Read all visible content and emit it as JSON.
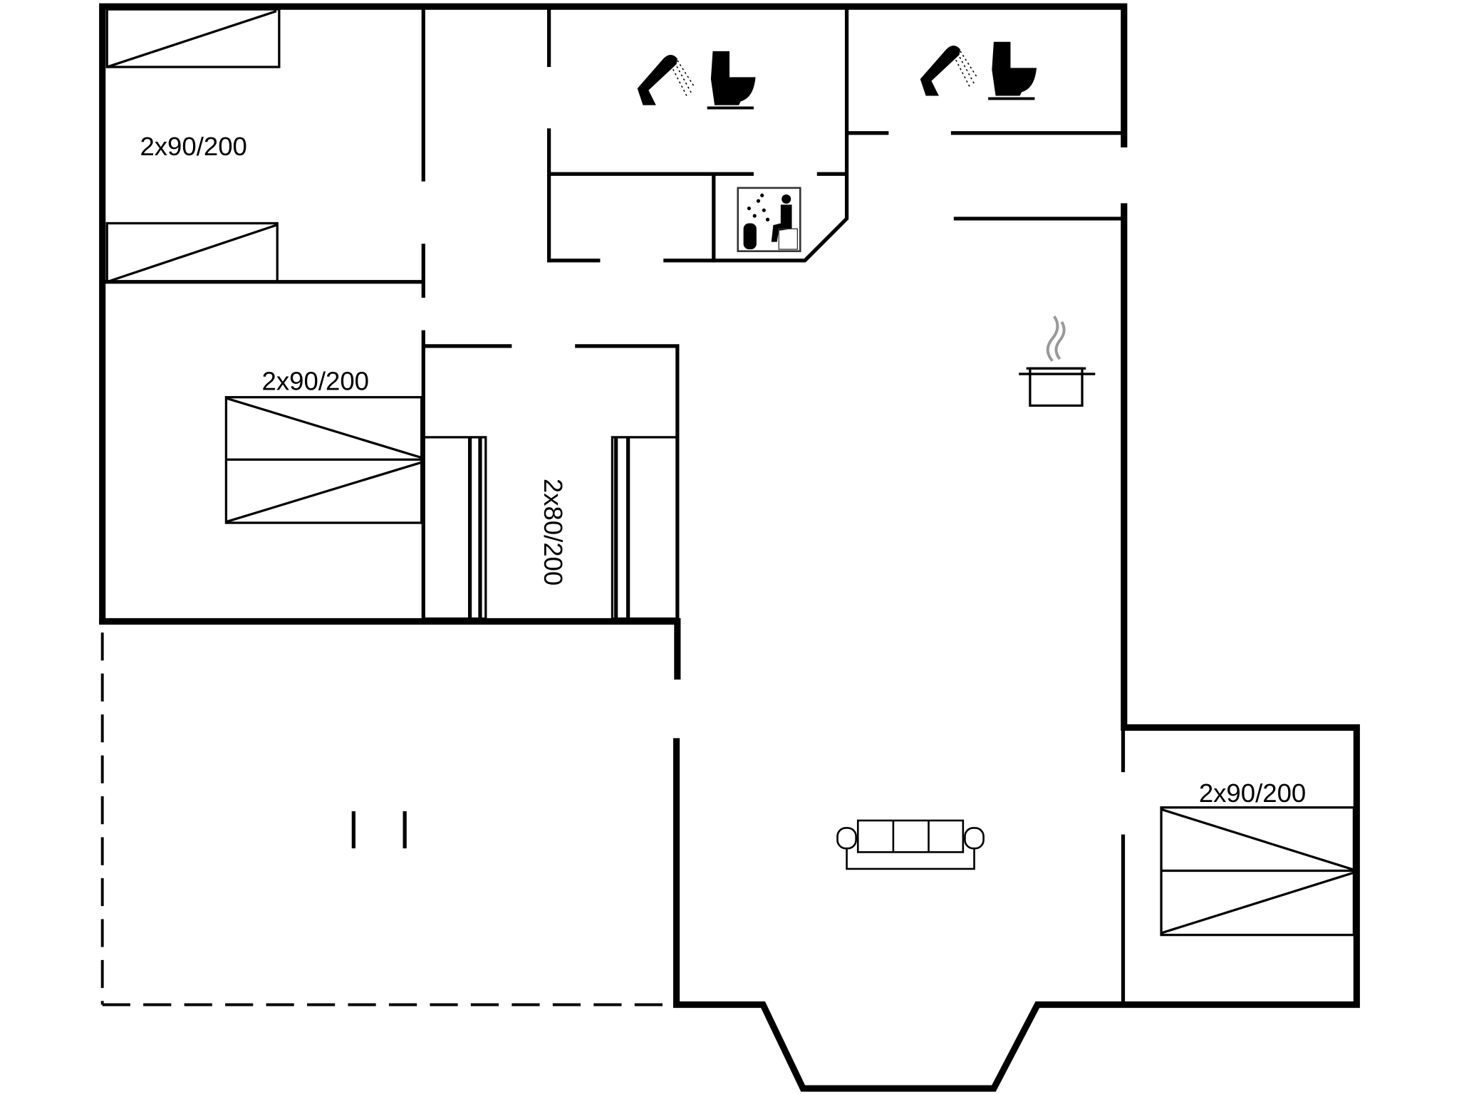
{
  "plan": {
    "labels": {
      "bedroom_top_left": "2x90/200",
      "bedroom_mid_left": "2x90/200",
      "bedroom_bunk": "2x80/200",
      "bedroom_right": "2x90/200"
    },
    "icons": [
      "shower-icon",
      "toilet-icon",
      "sauna-icon",
      "cooking-pot-icon",
      "sofa-icon",
      "bed-icon"
    ]
  }
}
